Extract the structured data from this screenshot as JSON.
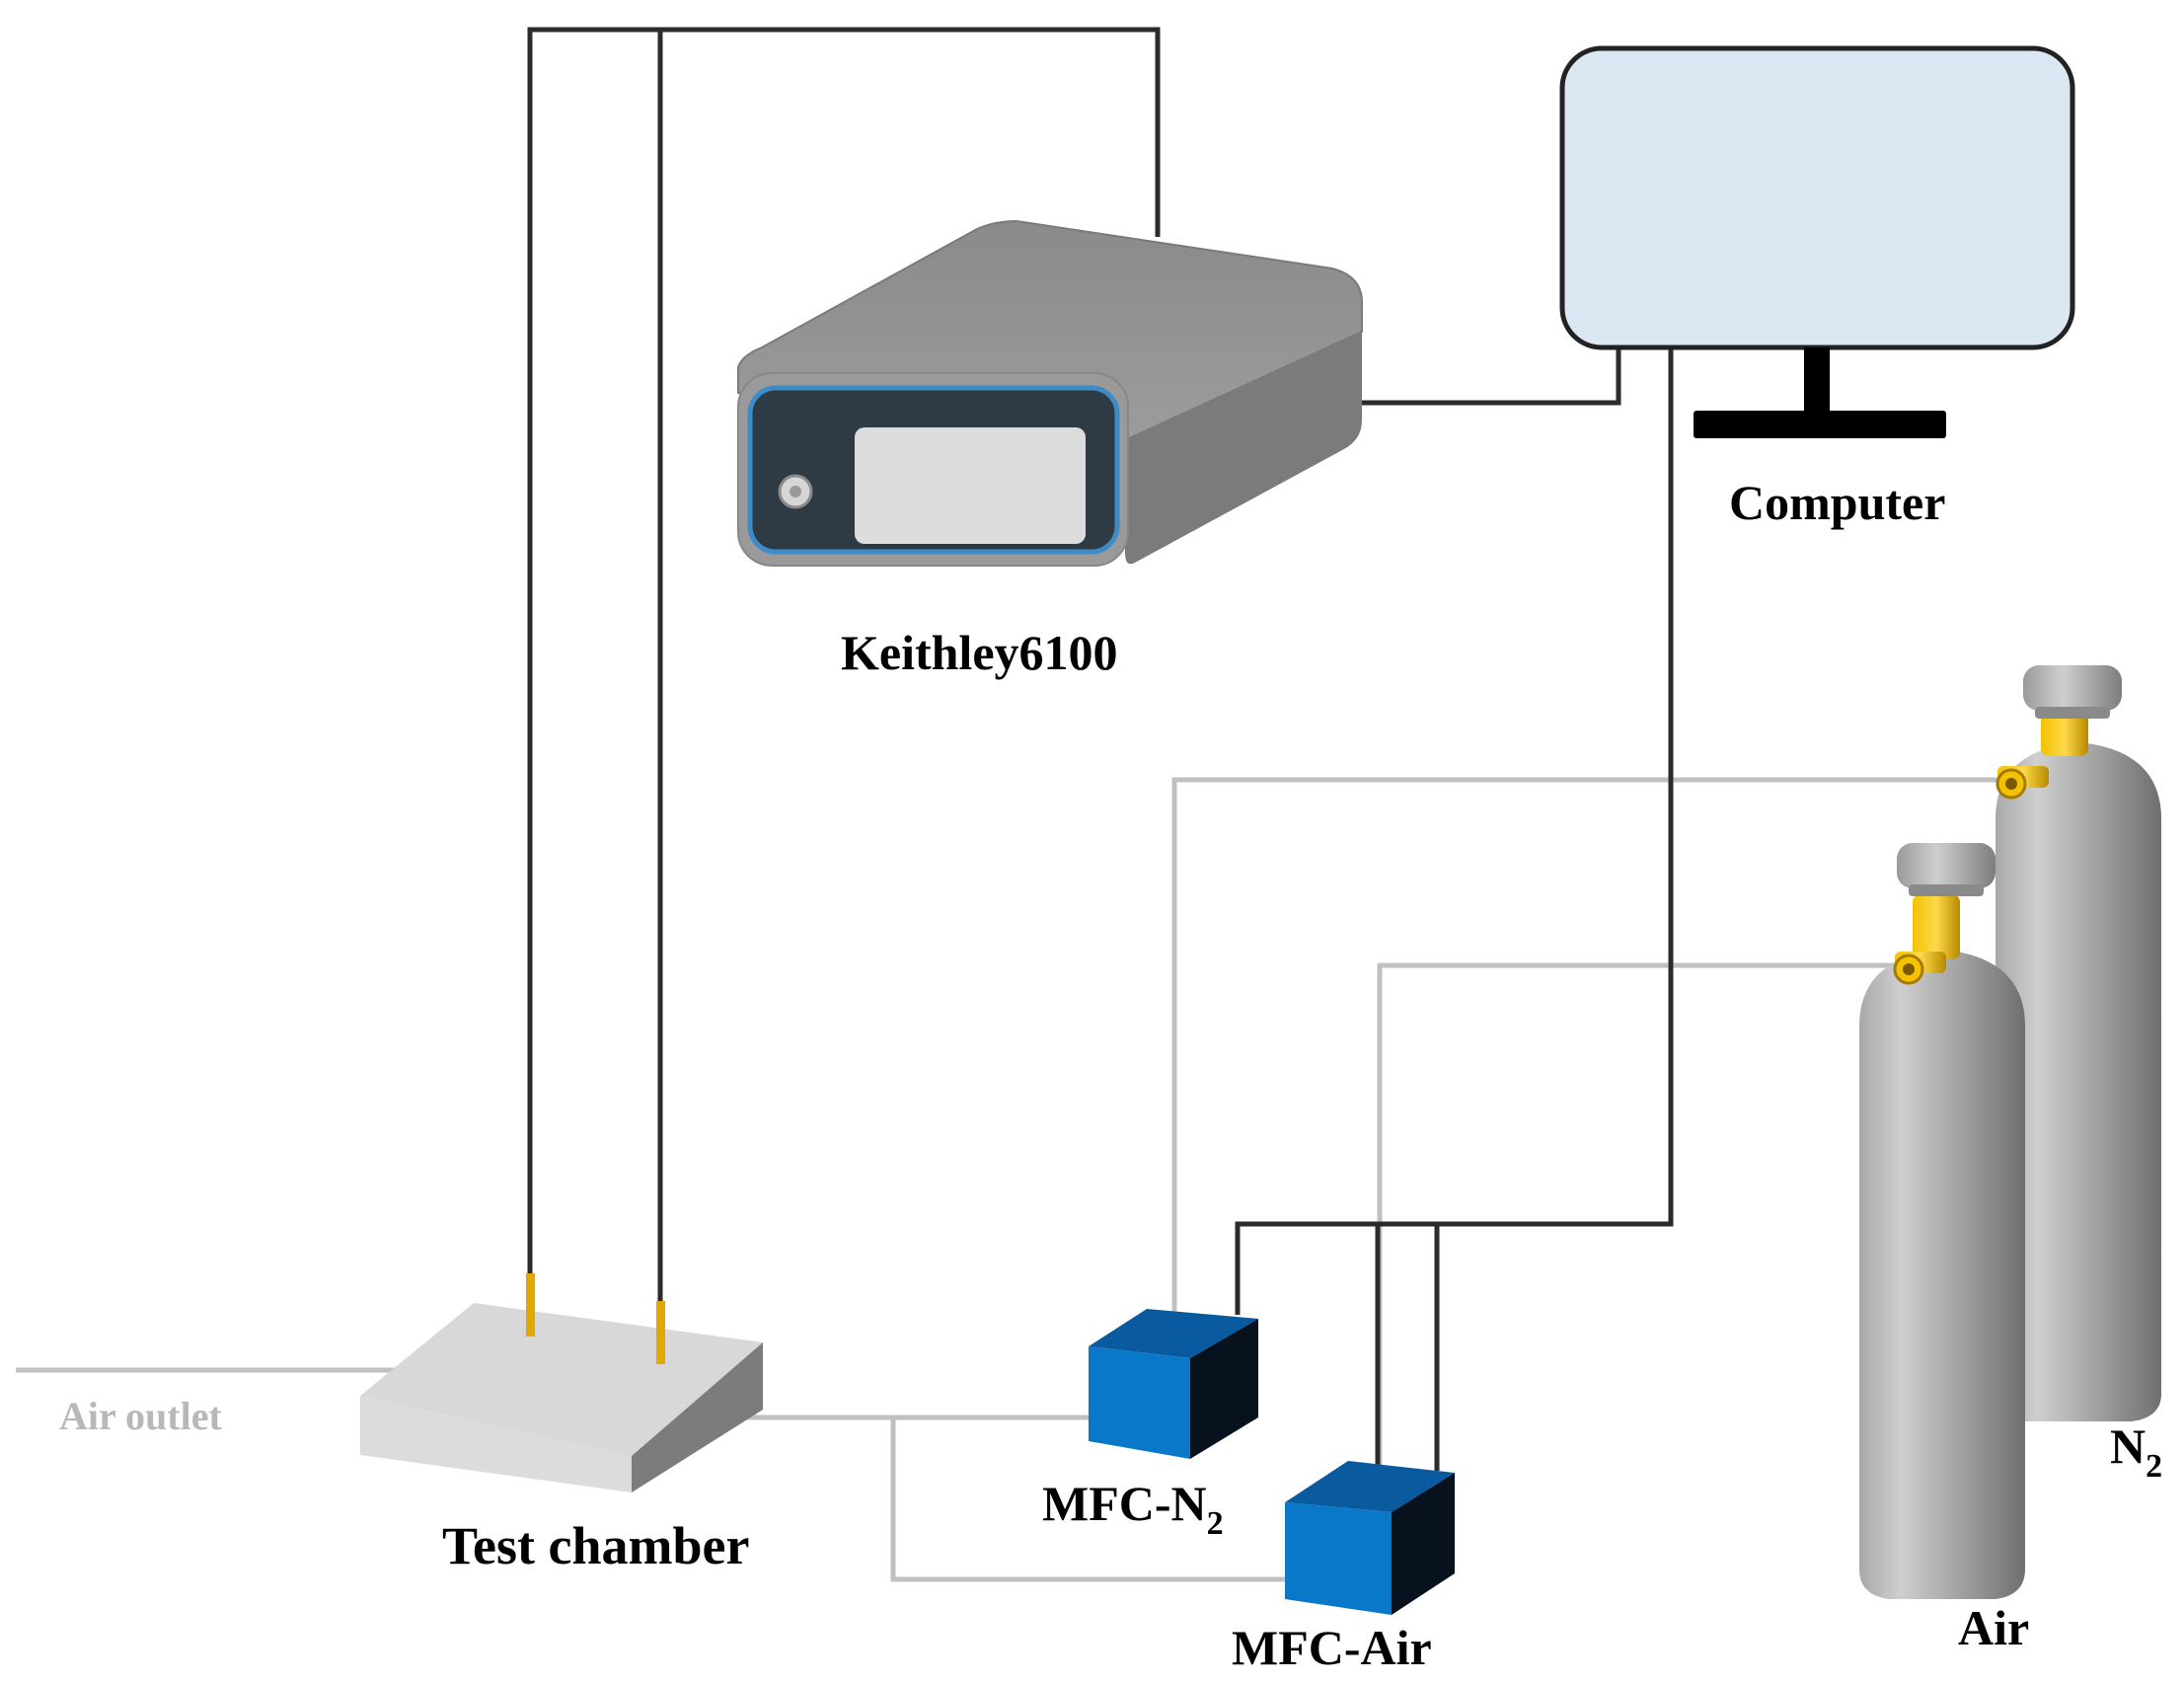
{
  "labels": {
    "keithley": "Keithley6100",
    "computer": "Computer",
    "test_chamber": "Test chamber",
    "air_outlet": "Air outlet",
    "mfc_n2_prefix": "MFC-N",
    "mfc_n2_sub": "2",
    "mfc_air": "MFC-Air",
    "cyl_n2_prefix": "N",
    "cyl_n2_sub": "2",
    "cyl_air": "Air"
  },
  "colors": {
    "wire": "#2b2b2b",
    "gas_line": "#c0c0c0",
    "air_outlet_text": "#b8b8b8",
    "monitor_screen": "#dbe7f2",
    "mfc_front": "#0a78c8",
    "mfc_top": "#0a5aa0",
    "mfc_side": "#08111e",
    "probe_tip": "#e0a800",
    "valve_brass": "#e2b300",
    "device_body": "#8e8e8e",
    "device_bezel": "#2f3b44",
    "device_accent": "#3d8cc8"
  }
}
